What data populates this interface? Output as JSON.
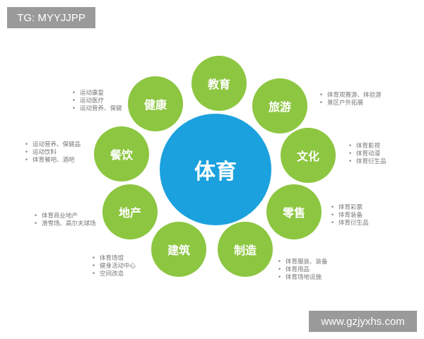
{
  "watermark_top": "TG: MYYJJPP",
  "watermark_bottom": "www.gzjyxhs.com",
  "center": "体育",
  "colors": {
    "center": "#1ba1de",
    "node": "#8dc641"
  },
  "nodes": [
    {
      "label": "教育",
      "items": []
    },
    {
      "label": "旅游",
      "items": [
        "体育观赛游、体验游",
        "景区户外拓展"
      ]
    },
    {
      "label": "文化",
      "items": [
        "体育影视",
        "体育动漫",
        "体育衍生品"
      ]
    },
    {
      "label": "零售",
      "items": [
        "体育彩票",
        "体育装备",
        "体育衍生品"
      ]
    },
    {
      "label": "制造",
      "items": [
        "体育服装、装备",
        "体育用品",
        "体育场地设施"
      ]
    },
    {
      "label": "建筑",
      "items": [
        "体育场馆",
        "健身活动中心",
        "空间改造"
      ]
    },
    {
      "label": "地产",
      "items": [
        "体育商业地产",
        "滑雪场、高尔夫球场"
      ]
    },
    {
      "label": "餐饮",
      "items": [
        "运动营养、保健品",
        "运动饮料",
        "体育餐吧、酒吧"
      ]
    },
    {
      "label": "健康",
      "items": [
        "运动康复",
        "运动医疗",
        "运动营养、保健"
      ]
    }
  ]
}
